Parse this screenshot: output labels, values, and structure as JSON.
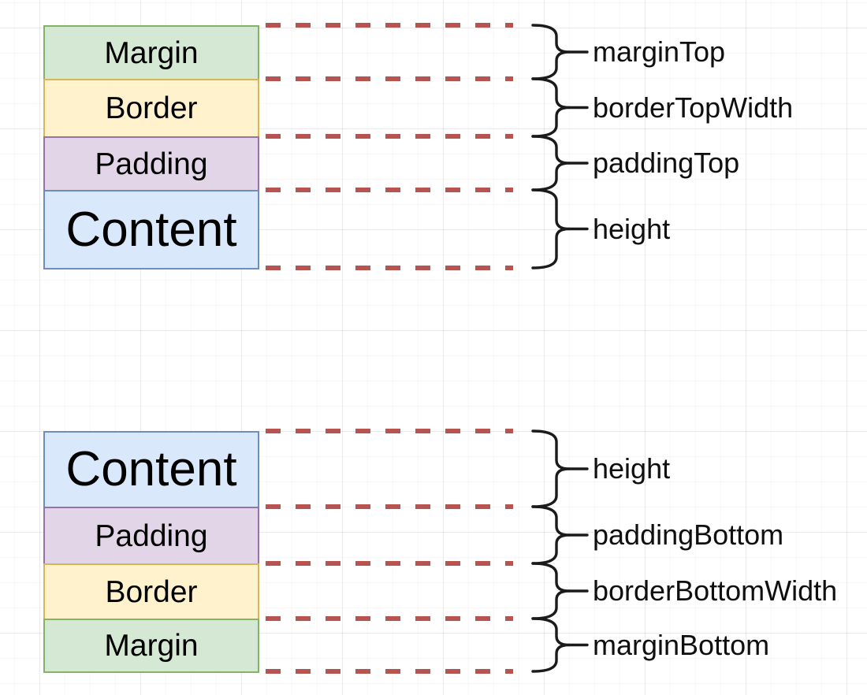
{
  "colors": {
    "green-fill": "#d5e8d4",
    "green-stroke": "#82b366",
    "yellow-fill": "#fff2cc",
    "yellow-stroke": "#d6b656",
    "purple-fill": "#e1d5e7",
    "purple-stroke": "#9673a6",
    "blue-fill": "#dae8fc",
    "blue-stroke": "#6c8ebf",
    "dash-red": "#b85450"
  },
  "top_diagram": {
    "boxes": [
      {
        "label": "Margin"
      },
      {
        "label": "Border"
      },
      {
        "label": "Padding"
      },
      {
        "label": "Content"
      }
    ],
    "annotations": [
      "marginTop",
      "borderTopWidth",
      "paddingTop",
      "height"
    ]
  },
  "bottom_diagram": {
    "boxes": [
      {
        "label": "Content"
      },
      {
        "label": "Padding"
      },
      {
        "label": "Border"
      },
      {
        "label": "Margin"
      }
    ],
    "annotations": [
      "height",
      "paddingBottom",
      "borderBottomWidth",
      "marginBottom"
    ]
  }
}
